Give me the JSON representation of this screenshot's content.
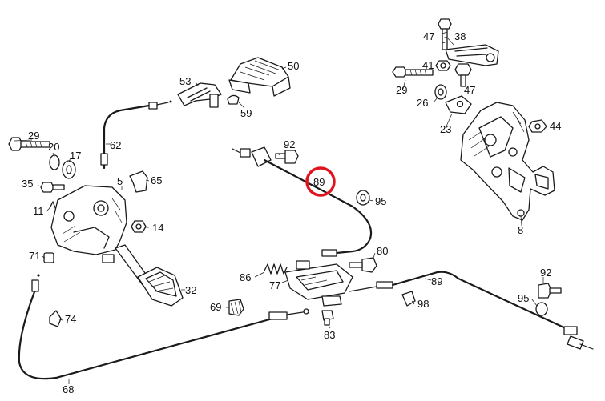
{
  "labels": [
    {
      "id": "47a",
      "text": "47"
    },
    {
      "id": "38",
      "text": "38"
    },
    {
      "id": "41",
      "text": "41"
    },
    {
      "id": "47b",
      "text": "47"
    },
    {
      "id": "29a",
      "text": "29"
    },
    {
      "id": "26",
      "text": "26"
    },
    {
      "id": "23",
      "text": "23"
    },
    {
      "id": "44",
      "text": "44"
    },
    {
      "id": "8",
      "text": "8"
    },
    {
      "id": "50",
      "text": "50"
    },
    {
      "id": "53",
      "text": "53"
    },
    {
      "id": "59",
      "text": "59"
    },
    {
      "id": "62",
      "text": "62"
    },
    {
      "id": "29b",
      "text": "29"
    },
    {
      "id": "20",
      "text": "20"
    },
    {
      "id": "17",
      "text": "17"
    },
    {
      "id": "35",
      "text": "35"
    },
    {
      "id": "5",
      "text": "5"
    },
    {
      "id": "65",
      "text": "65"
    },
    {
      "id": "11",
      "text": "11"
    },
    {
      "id": "14",
      "text": "14"
    },
    {
      "id": "71",
      "text": "71"
    },
    {
      "id": "32",
      "text": "32"
    },
    {
      "id": "92a",
      "text": "92"
    },
    {
      "id": "89a",
      "text": "89"
    },
    {
      "id": "95a",
      "text": "95"
    },
    {
      "id": "80",
      "text": "80"
    },
    {
      "id": "86",
      "text": "86"
    },
    {
      "id": "77",
      "text": "77"
    },
    {
      "id": "89b",
      "text": "89"
    },
    {
      "id": "98",
      "text": "98"
    },
    {
      "id": "92b",
      "text": "92"
    },
    {
      "id": "95b",
      "text": "95"
    },
    {
      "id": "69",
      "text": "69"
    },
    {
      "id": "74",
      "text": "74"
    },
    {
      "id": "83",
      "text": "83"
    },
    {
      "id": "68",
      "text": "68"
    }
  ],
  "highlight": {
    "target": "89a",
    "color": "#e0141e"
  },
  "colors": {
    "line": "#1a1a1a",
    "background": "#ffffff"
  }
}
